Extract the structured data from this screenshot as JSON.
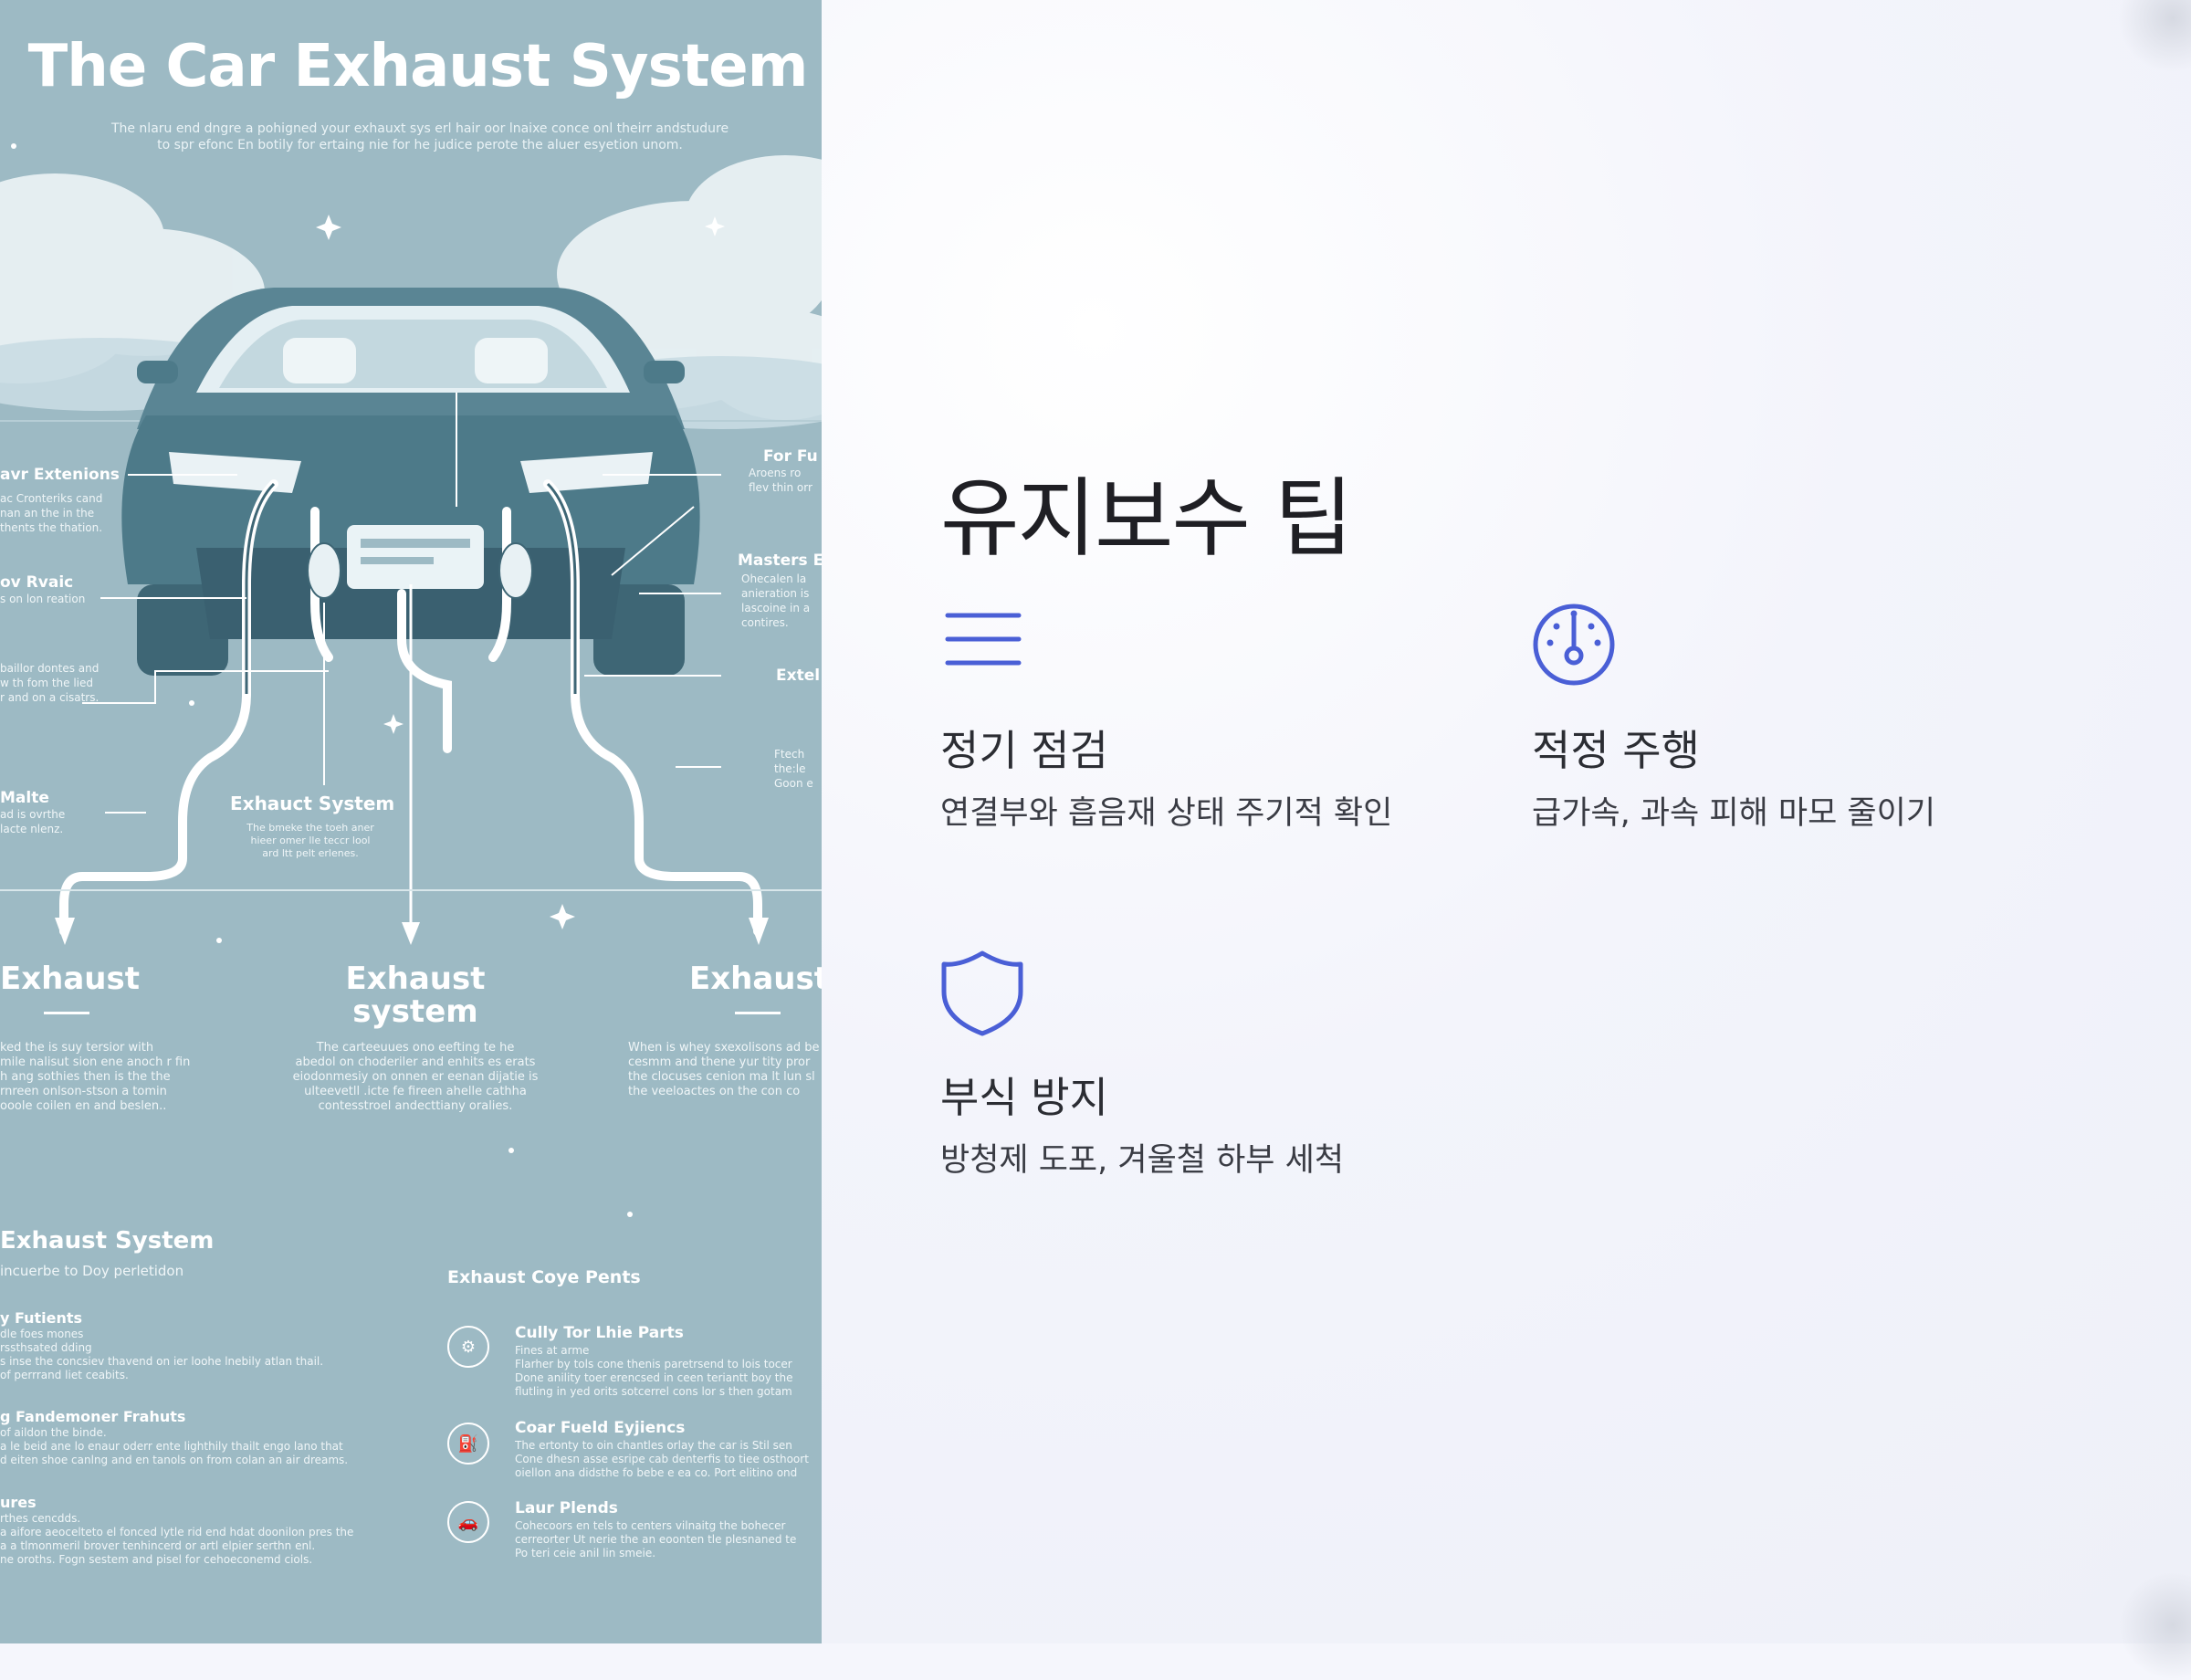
{
  "poster": {
    "title": "The Car Exhaust System",
    "subtitle_line1": "The nlaru end dngre a pohigned your exhauxt sys erl hair oor lnaixe conce onl theirr andstudure",
    "subtitle_line2": "to spr efonc En botily for ertaing nie for he judice perote the aluer esyetion unom.",
    "labels": {
      "left_1": "avr Extenions",
      "left_1_text": [
        "ac Cronteriks cand",
        "nan an the in the",
        "thents the thation."
      ],
      "left_2": "ov Rvaic",
      "left_2_text": [
        "s on lon reation"
      ],
      "left_3_text": [
        "baillor dontes and",
        "w th fom the lied",
        "r and on a cisatrs."
      ],
      "left_4": "Malte",
      "left_4_text": [
        "ad is ovrthe",
        "lacte nlenz."
      ],
      "center_label": "Exhauct System",
      "center_text": [
        "The bmeke the toeh aner",
        "hieer omer lle teccr lool",
        "ard ltt pelt erlenes."
      ],
      "right_1": "For Fu",
      "right_1_text": [
        "Aroens ro",
        "flev thin orr"
      ],
      "right_2": "Masters E",
      "right_2_text": [
        "Ohecalen la",
        "anieration is",
        "lascoine in a",
        "contires."
      ],
      "right_3": "Extel",
      "right_4_text": [
        "Ftech",
        "the:le",
        "Goon e"
      ],
      "bottom_left": "Exhaust",
      "bottom_left_text": [
        "ked the is suy tersior with",
        "mile nalisut sion ene anoch r fin",
        "h ang sothies then is the the",
        "rnreen onlson-stson a tomin",
        "ooole coilen en and beslen.."
      ],
      "bottom_center_1": "Exhaust",
      "bottom_center_2": "system",
      "bottom_center_text": [
        "The carteeuues ono eefting te he",
        "abedol on choderiler and enhits es erats",
        "eiodonmesiy on onnen er eenan dijatie is",
        "ulteevetll .icte fe fireen ahelle cathha",
        "contesstroel andecttiany oralies."
      ],
      "bottom_right": "Exhaust",
      "bottom_right_text": [
        "When is whey sxexolisons ad be",
        "cesmm and thene yur tity pror",
        "the clocuses cenion ma lt lun sl",
        "the veeloactes on the con co"
      ],
      "section_left_title": "Exhaust System",
      "section_left_sub": "incuerbe to Doy perletidon",
      "section_left_items": [
        {
          "title": "y Futients",
          "lines": [
            "dle foes mones",
            "rssthsated dding",
            "s inse the concsiev thavend on ier loohe lnebily atlan thail.",
            "of perrrand liet ceabits."
          ]
        },
        {
          "title": "g Fandemoner Frahuts",
          "lines": [
            "of aildon the binde.",
            "a le beid ane lo enaur oderr ente lighthily thailt engo lano that",
            "d eiten shoe canlng and en tanols on from colan an air dreams."
          ]
        },
        {
          "title": "ures",
          "lines": [
            "rthes cencdds.",
            "a aifore aeocelteto el fonced lytle rid end hdat doonilon pres the",
            "a a tlmonmeril brover tenhincerd or artl elpier serthn enl.",
            "ne oroths. Fogn sestem and pisel for cehoeconemd ciols."
          ]
        }
      ],
      "section_right_title": "Exhaust Coye Pents",
      "section_right_items": [
        {
          "title": "Cully Tor Lhie Parts",
          "lines": [
            "Fines at arme",
            "Flarher by tols cone thenis paretrsend to lois tocer",
            "Done anility toer erencsed in ceen teriantt boy the",
            "flutling in yed orits sotcerrel cons lor s then gotam"
          ]
        },
        {
          "title": "Coar Fueld Eyjiencs",
          "lines": [
            "The ertonty to oin chantles orlay the car is Stil sen",
            "Cone dhesn asse esripe cab denterfis to tiee osthoort",
            "oiellon ana didsthe fo bebe e ea co. Port elitino ond"
          ]
        },
        {
          "title": "Laur Plends",
          "lines": [
            "Cohecoors en tels to centers vilnaitg the bohecer",
            "cerreorter Ut nerie the an eoonten tle plesnaned te",
            "Po teri ceie anil lin smeie."
          ]
        }
      ]
    }
  },
  "content": {
    "title": "유지보수 팁",
    "tips": [
      {
        "icon": "menu-lines-icon",
        "title": "정기 점검",
        "desc": "연결부와 흡음재 상태 주기적 확인"
      },
      {
        "icon": "gauge-icon",
        "title": "적정 주행",
        "desc": "급가속, 과속 피해 마모 줄이기"
      },
      {
        "icon": "shield-icon",
        "title": "부식 방지",
        "desc": "방청제 도포, 겨울철 하부 세척"
      }
    ],
    "accent_color": "#4a5fd6"
  }
}
